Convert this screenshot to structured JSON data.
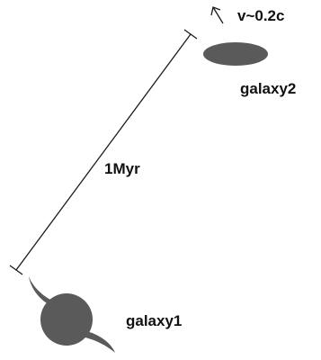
{
  "labels": {
    "velocity": "v~0.2c",
    "galaxy_top": "galaxy2",
    "distance": "1Myr",
    "galaxy_bottom": "galaxy1"
  },
  "colors": {
    "galaxy_fill": "#5a5a5a",
    "line": "#1a1a1a",
    "text": "#111111"
  },
  "icons": {
    "velocity_arrow": "arrow-up-left-icon",
    "separation_bar": "dimension-line-icon"
  }
}
